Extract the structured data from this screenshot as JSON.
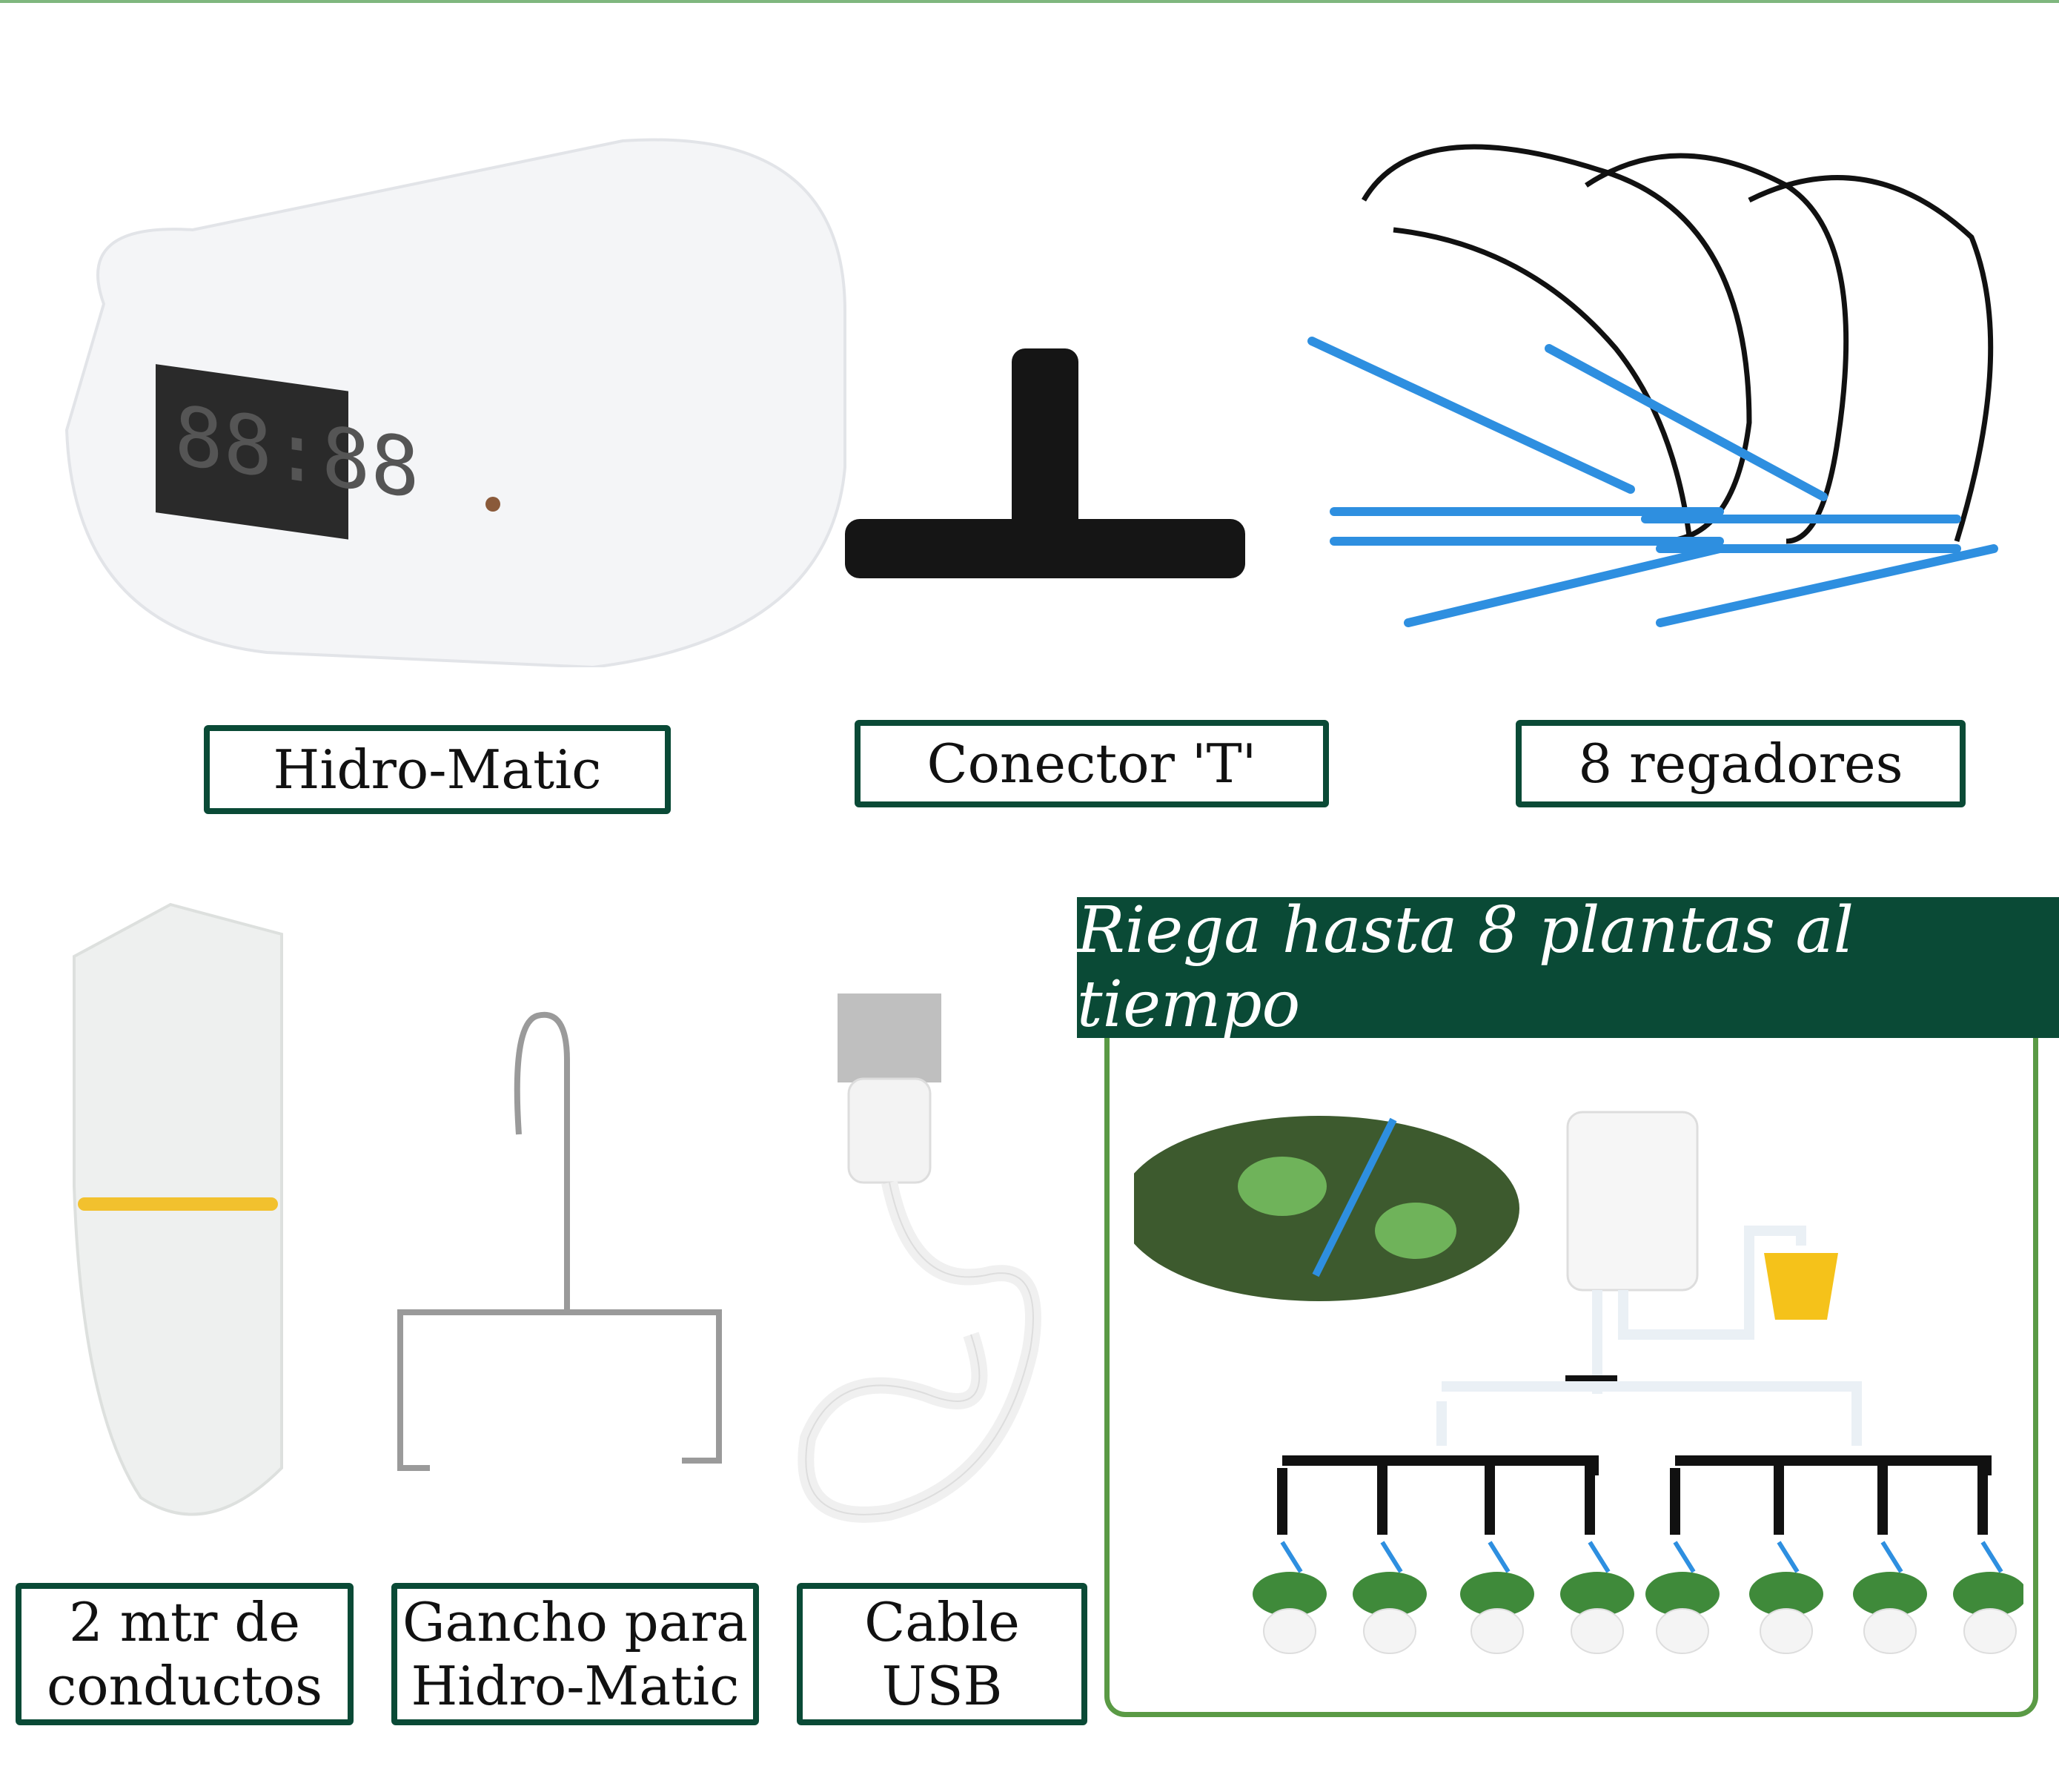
{
  "labels": {
    "controller": "Hidro-Matic",
    "connector": "Conector 'T'",
    "drippers": "8 regadores",
    "tubing_line1": "2 mtr de",
    "tubing_line2": "conductos",
    "hook_line1": "Gancho para",
    "hook_line2": "Hidro-Matic",
    "cable": "Cable USB"
  },
  "banner": {
    "title": "Riega hasta 8 plantas al tiempo"
  },
  "colors": {
    "brand_green": "#0a4a36",
    "frame_green": "#5a9a45",
    "dripper_blue": "#2e8fe0"
  }
}
